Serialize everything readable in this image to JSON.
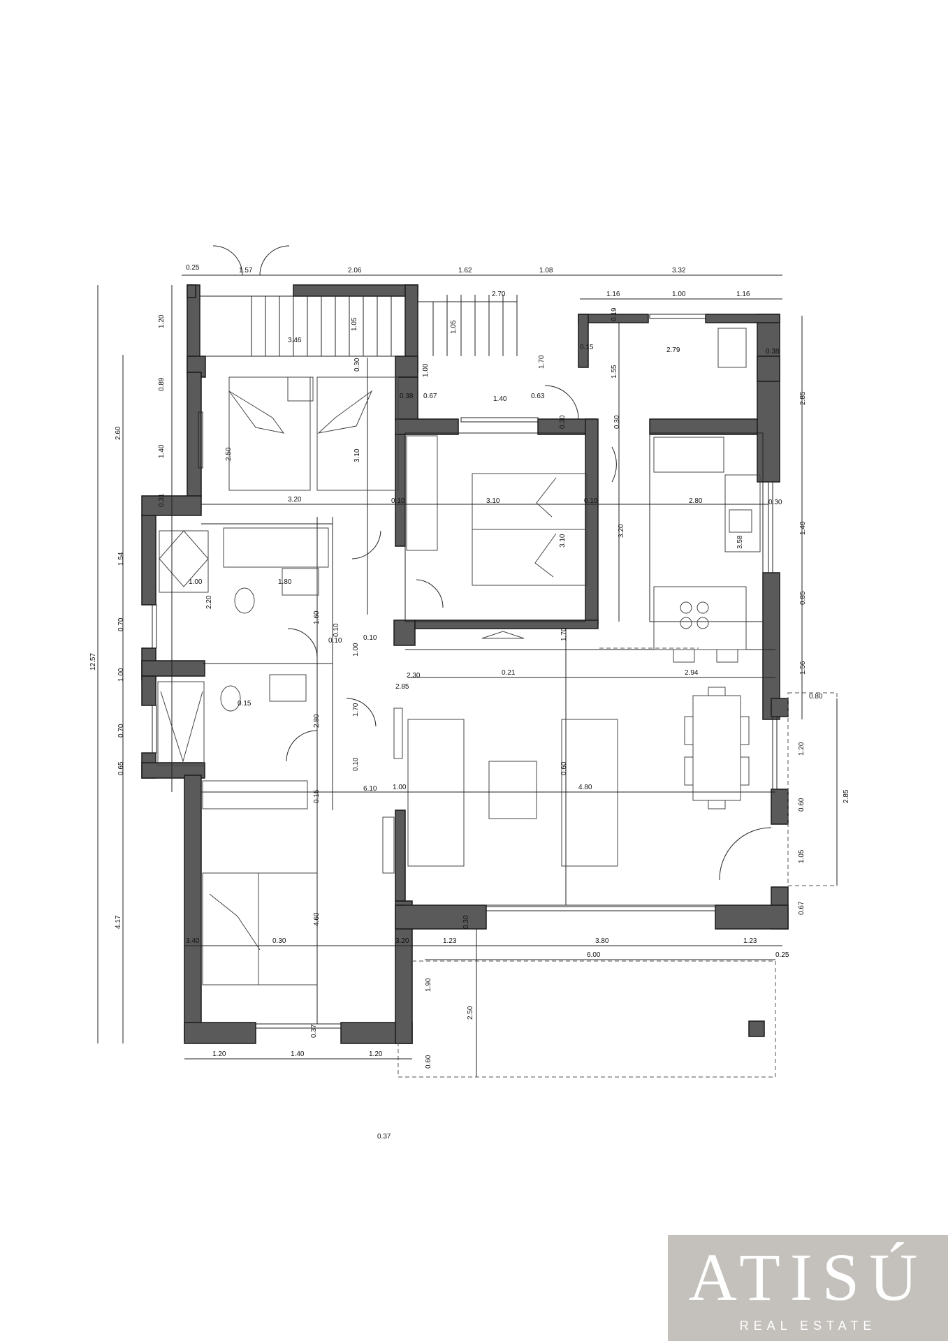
{
  "plan": {
    "dimensions": {
      "top_row1": [
        "0.25",
        "1.57",
        "2.06",
        "1.62",
        "1.08",
        "3.32"
      ],
      "top_row2": [
        "2.70",
        "1.16",
        "1.00",
        "1.16"
      ],
      "left_outer": [
        "12.57"
      ],
      "left_mid": [
        "2.60",
        "4.17"
      ],
      "left_inner": [
        "1.20",
        "0.89",
        "1.40",
        "0.31",
        "1.54",
        "0.70",
        "1.00",
        "0.70",
        "0.65"
      ],
      "right_outer": [
        "2.85",
        "1.40",
        "0.85",
        "1.56"
      ],
      "right_terrace": [
        "0.80",
        "1.20",
        "0.60",
        "1.05",
        "0.67",
        "2.85"
      ],
      "bottom": [
        "1.20",
        "1.40",
        "1.20"
      ],
      "porch": [
        "1.23",
        "3.80",
        "1.23",
        "6.00",
        "0.25",
        "1.90",
        "2.50",
        "0.60"
      ],
      "interior": [
        "3.46",
        "1.05",
        "1.05",
        "0.30",
        "3.10",
        "2.50",
        "3.20",
        "1.00",
        "0.38",
        "0.67",
        "1.40",
        "0.63",
        "0.30",
        "0.15",
        "1.70",
        "1.55",
        "2.79",
        "0.38",
        "0.19",
        "0.30",
        "3.10",
        "0.10",
        "0.10",
        "3.10",
        "2.80",
        "3.20",
        "0.30",
        "3.58",
        "1.00",
        "1.80",
        "2.20",
        "1.60",
        "0.10",
        "0.10",
        "0.10",
        "1.00",
        "2.30",
        "0.21",
        "2.94",
        "2.85",
        "0.15",
        "2.80",
        "1.70",
        "0.10",
        "1.70",
        "4.80",
        "6.10",
        "1.00",
        "0.15",
        "0.60",
        "4.60",
        "3.40",
        "0.30",
        "3.20",
        "0.30",
        "0.37",
        "0.37"
      ]
    }
  },
  "logo": {
    "word": "ATISÚ",
    "subtitle": "REAL ESTATE"
  }
}
